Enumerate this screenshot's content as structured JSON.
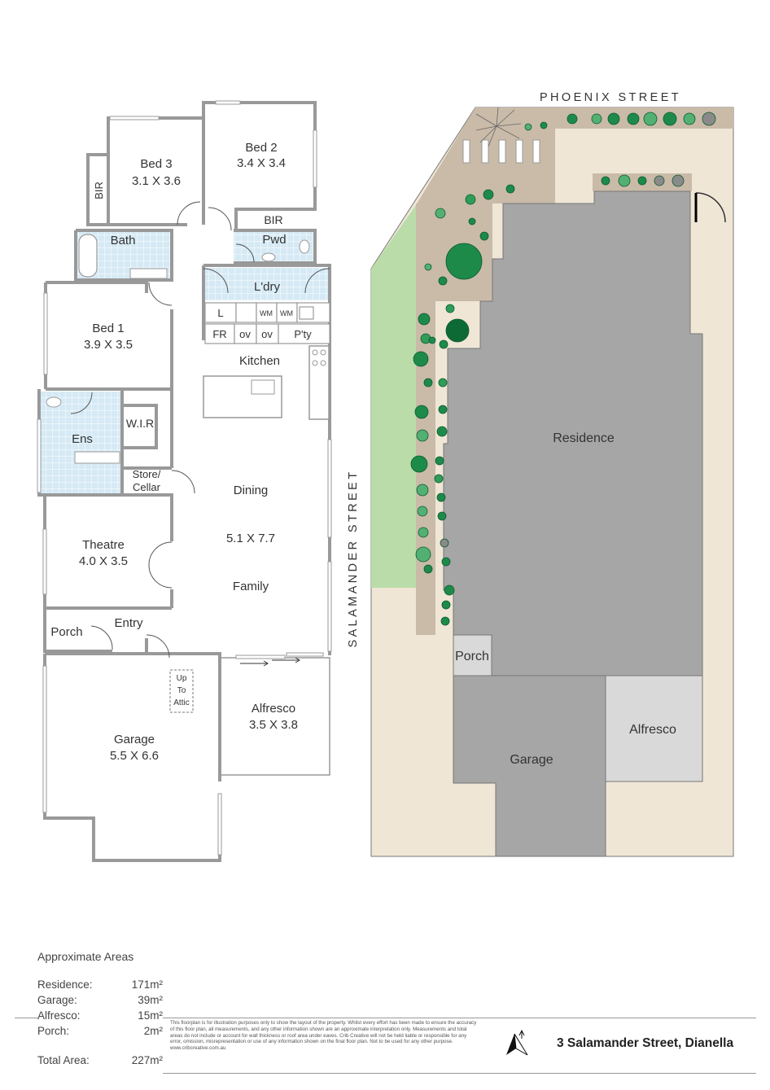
{
  "floorplan": {
    "rooms": {
      "bed3": {
        "name": "Bed 3",
        "size": "3.1 X 3.6"
      },
      "bed2": {
        "name": "Bed 2",
        "size": "3.4 X 3.4"
      },
      "bir_left": "BIR",
      "bir_right": "BIR",
      "bath": "Bath",
      "pwd": "Pwd",
      "laundry": "L'dry",
      "bed1": {
        "name": "Bed 1",
        "size": "3.9 X 3.5"
      },
      "kitchen": "Kitchen",
      "ens": "Ens",
      "wir": "W.I.R",
      "store": "Store/",
      "cellar": "Cellar",
      "dining": "Dining",
      "dining_size": "5.1 X 7.7",
      "family": "Family",
      "theatre": {
        "name": "Theatre",
        "size": "4.0 X 3.5"
      },
      "porch": "Porch",
      "entry": "Entry",
      "alfresco": {
        "name": "Alfresco",
        "size": "3.5 X 3.8"
      },
      "garage": {
        "name": "Garage",
        "size": "5.5 X 6.6"
      },
      "attic": [
        "Up",
        "To",
        "Attic"
      ]
    },
    "fixtures": {
      "laundry_row": [
        "L",
        "WM",
        "WM"
      ],
      "kitchen_row": [
        "FR",
        "ov",
        "ov",
        "P'ty"
      ]
    }
  },
  "siteplan": {
    "street_top": "PHOENIX STREET",
    "street_side": "SALAMANDER STREET",
    "labels": {
      "residence": "Residence",
      "porch": "Porch",
      "garage": "Garage",
      "alfresco": "Alfresco"
    }
  },
  "areas": {
    "title": "Approximate Areas",
    "rows": [
      {
        "label": "Residence:",
        "value": "171m²"
      },
      {
        "label": "Garage:",
        "value": "39m²"
      },
      {
        "label": "Alfresco:",
        "value": "15m²"
      },
      {
        "label": "Porch:",
        "value": "2m²"
      }
    ],
    "total": {
      "label": "Total Area:",
      "value": "227m²"
    }
  },
  "disclaimer": "This floorplan is for illustration purposes only to show the layout of the property. Whilst every effort has been made to ensure the accuracy of this floor plan, all measurements, and any other information shown are an approximate interpretation only. Measurements and total areas do not include or account for wall thickness or roof area under eaves. Crib Creative will not be held liable or responsible for any error, omission, misrepresentation or use of any information shown on the final floor plan. Not to be used for any other purpose.",
  "website": "www.cribcreative.com.au",
  "address": "3 Salamander Street, Dianella",
  "colors": {
    "wall": "#999999",
    "tile": "#d6eaf5",
    "residence": "#a6a6a6",
    "alfresco": "#d9d9d9",
    "yard": "#efe6d6",
    "garden": "#c9bba8",
    "lawn": "#b9dca9",
    "tree": "#1d8a4a"
  },
  "icons": {
    "north": "north-arrow-icon"
  }
}
